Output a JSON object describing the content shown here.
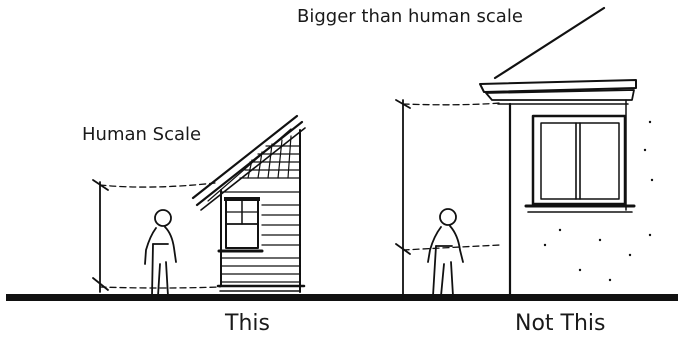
{
  "labels": {
    "human_scale": "Human Scale",
    "bigger_than_human_scale": "Bigger than human scale",
    "this": "This",
    "not_this": "Not This"
  }
}
